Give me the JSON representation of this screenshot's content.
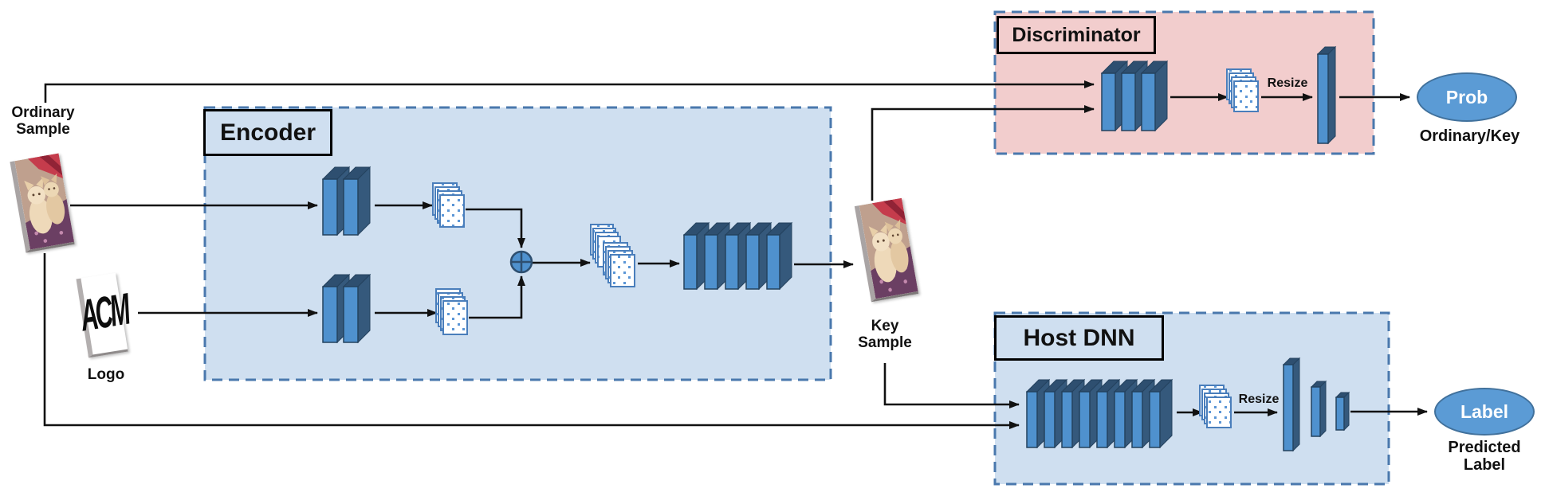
{
  "figure": {
    "kind": "watermarking-architecture-diagram",
    "background": "#ffffff"
  },
  "colors": {
    "panel_blue": "#cfdff0",
    "panel_pink": "#f2cdcd",
    "dash_border": "#4a78ad",
    "layer_face": "#4f91ce",
    "layer_top": "#2e4f70",
    "layer_side": "#35597c",
    "layer_stroke": "#24425e",
    "page_border": "#4a7ebb",
    "page_dot": "#5b96d6",
    "node_fill": "#5b9bd5",
    "node_border": "#41719c",
    "wire": "#111111",
    "text": "#111111"
  },
  "inputs": {
    "ordinary_sample": {
      "label_line1": "Ordinary",
      "label_line2": "Sample",
      "image": "kitten-photo"
    },
    "logo": {
      "label": "Logo",
      "image_text": "ACM"
    },
    "key_sample": {
      "label_line1": "Key",
      "label_line2": "Sample",
      "image": "kitten-photo"
    }
  },
  "modules": {
    "encoder": {
      "title": "Encoder",
      "branches": 2,
      "branch_conv_layers": 2,
      "merge_op": "circled-plus",
      "trunk_conv_layers": 5,
      "feature_map_pages": 4
    },
    "discriminator": {
      "title": "Discriminator",
      "conv_layers": 3,
      "feature_map_pages": 4,
      "resize_label": "Resize",
      "fc_layers": 1
    },
    "host_dnn": {
      "title": "Host DNN",
      "conv_layers": 8,
      "feature_map_pages": 4,
      "resize_label": "Resize",
      "fc_layers": 3
    }
  },
  "outputs": {
    "prob": {
      "label": "Prob",
      "caption": "Ordinary/Key"
    },
    "predicted": {
      "label": "Label",
      "caption_line1": "Predicted",
      "caption_line2": "Label"
    }
  }
}
